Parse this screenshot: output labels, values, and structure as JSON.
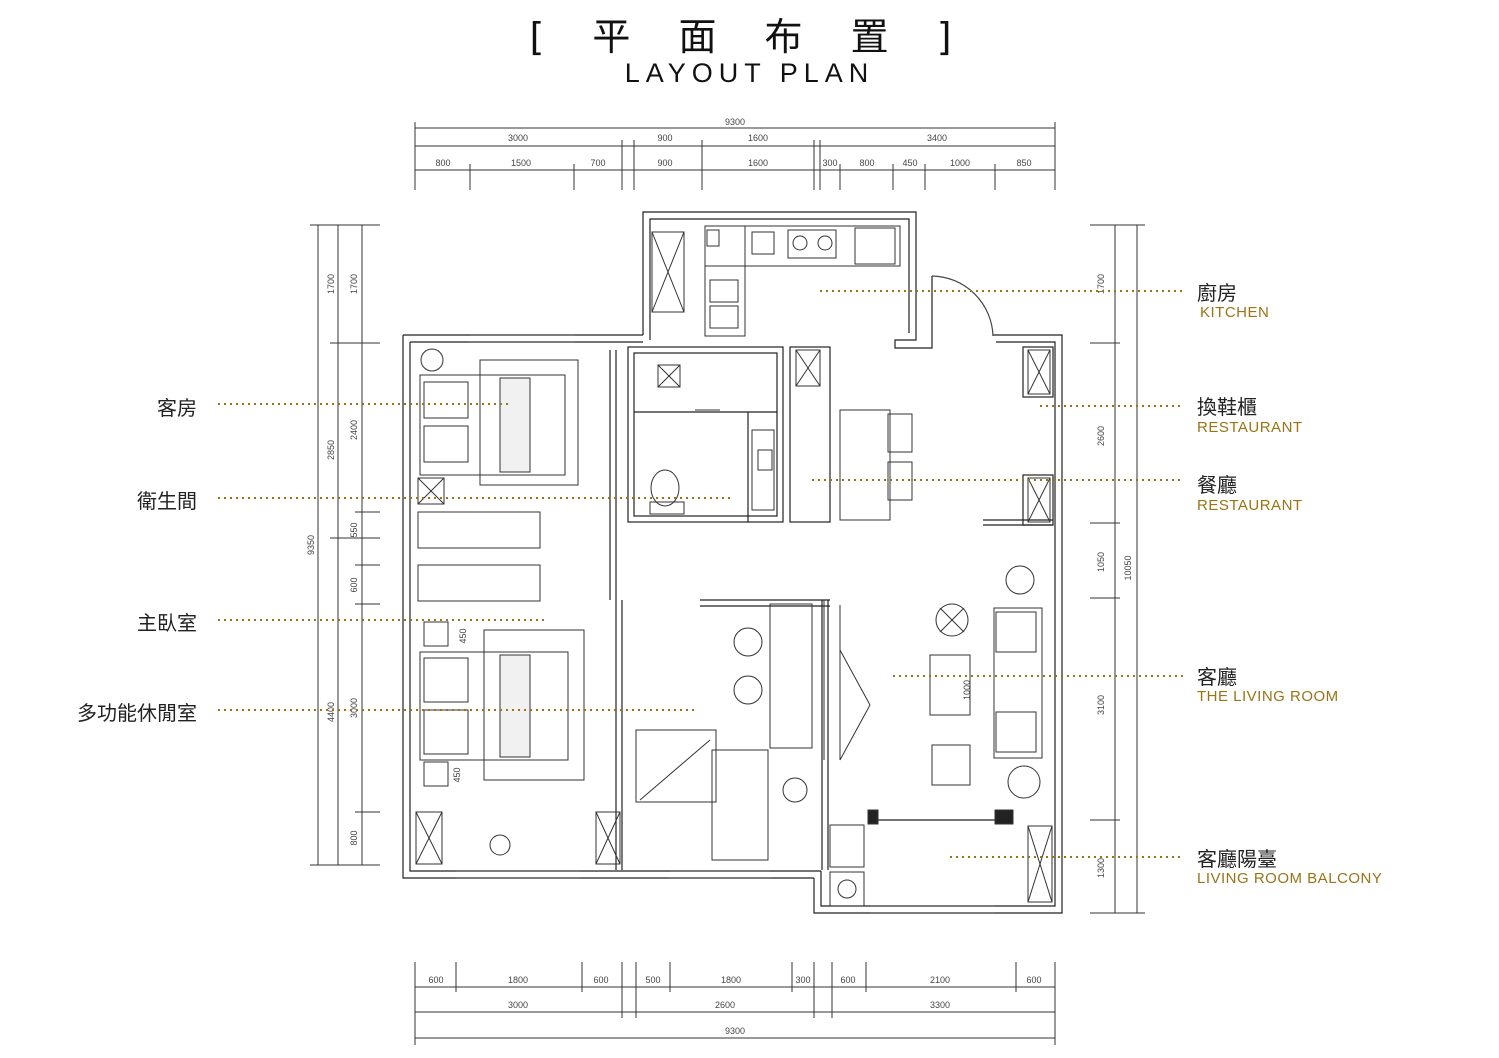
{
  "title": {
    "cn": "[ 平 面 布 置 ]",
    "en": "LAYOUT PLAN"
  },
  "accent_color": "#9a7414",
  "dimensions": {
    "top_total": "9300",
    "top_mid": [
      "3000",
      "900",
      "1600",
      "3400"
    ],
    "top_small": [
      "800",
      "1500",
      "700",
      "900",
      "1600",
      "300",
      "800",
      "450",
      "1000",
      "850"
    ],
    "bottom_small": [
      "600",
      "1800",
      "600",
      "500",
      "1800",
      "300",
      "600",
      "2100",
      "600"
    ],
    "bottom_mid": [
      "3000",
      "2600",
      "3300"
    ],
    "bottom_total": "9300",
    "left_outer": "9350",
    "left_mid": [
      "1700",
      "2850",
      "4400"
    ],
    "left_inner": [
      "1700",
      "2400",
      "550",
      "600",
      "3000",
      "800"
    ],
    "right_mid": [
      "1700",
      "2600",
      "1050",
      "3100",
      "1300"
    ],
    "right_outer": "10050",
    "furniture": [
      "450",
      "450",
      "1000"
    ]
  },
  "labels_left": [
    {
      "cn": "客房"
    },
    {
      "cn": "衛生間"
    },
    {
      "cn": "主臥室"
    },
    {
      "cn": "多功能休閒室"
    }
  ],
  "labels_right": [
    {
      "cn": "廚房",
      "en": "KITCHEN"
    },
    {
      "cn": "換鞋櫃",
      "en": "RESTAURANT"
    },
    {
      "cn": "餐廳",
      "en": "RESTAURANT"
    },
    {
      "cn": "客廳",
      "en": "THE LIVING ROOM"
    },
    {
      "cn": "客廳陽臺",
      "en": "LIVING ROOM BALCONY"
    }
  ]
}
